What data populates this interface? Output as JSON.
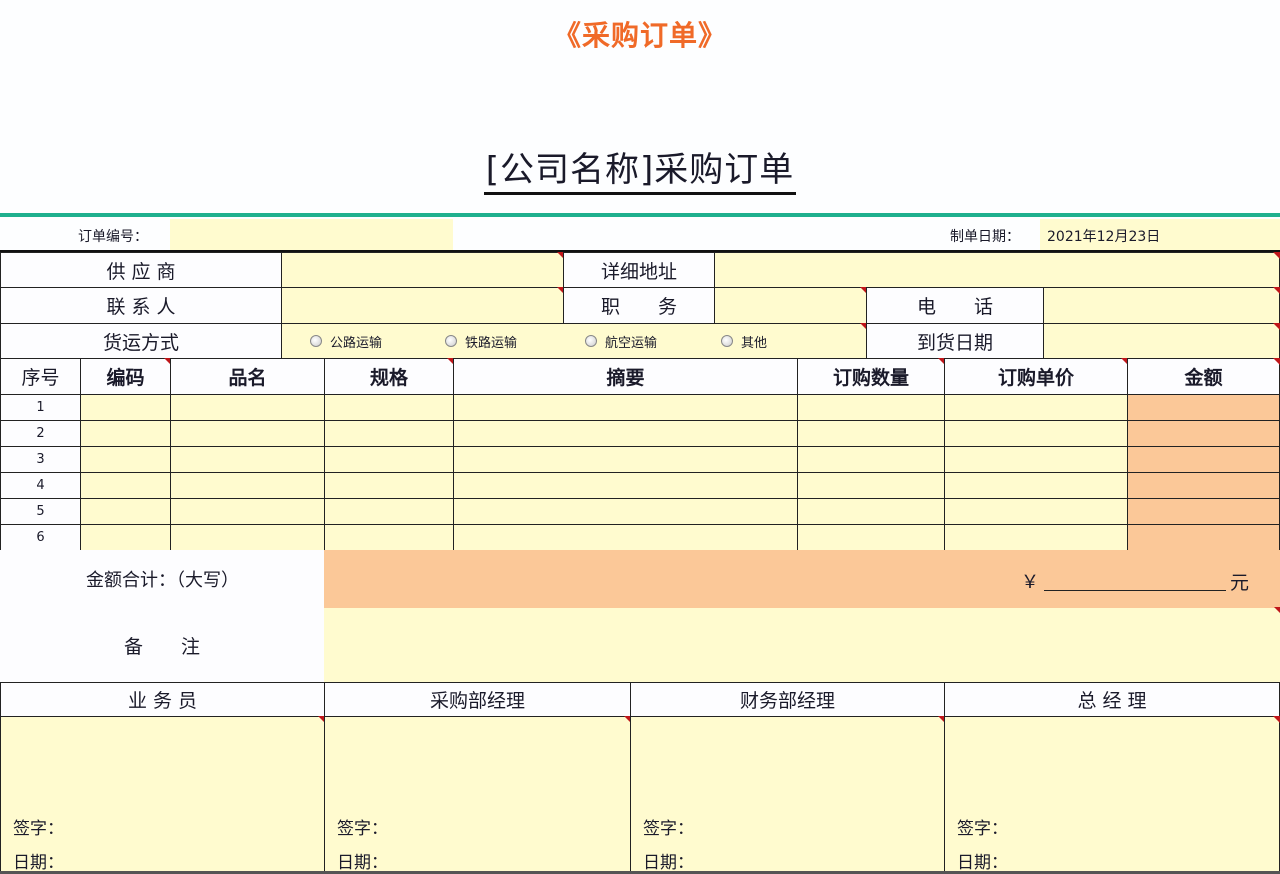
{
  "banner_title": "《采购订单》",
  "form_title": "[公司名称]采购订单",
  "header": {
    "order_no_label": "订单编号：",
    "order_no_value": "",
    "date_label": "制单日期：",
    "date_value": "2021年12月23日"
  },
  "info": {
    "supplier_label": "供 应 商",
    "supplier_value": "",
    "address_label": "详细地址",
    "address_value": "",
    "contact_label": "联 系 人",
    "contact_value": "",
    "position_label": "职　　务",
    "position_value": "",
    "phone_label": "电　　话",
    "phone_value": "",
    "shipping_label": "货运方式",
    "shipping_options": [
      "公路运输",
      "铁路运输",
      "航空运输",
      "其他"
    ],
    "arrival_label": "到货日期",
    "arrival_value": ""
  },
  "table": {
    "headers": [
      "序号",
      "编码",
      "品名",
      "规格",
      "摘要",
      "订购数量",
      "订购单价",
      "金额"
    ],
    "rows": [
      {
        "no": "1"
      },
      {
        "no": "2"
      },
      {
        "no": "3"
      },
      {
        "no": "4"
      },
      {
        "no": "5"
      },
      {
        "no": "6"
      }
    ]
  },
  "total": {
    "label": "金额合计：（大写）",
    "currency_symbol": "￥",
    "unit": "元",
    "value": ""
  },
  "remarks": {
    "label": "备　　注",
    "value": ""
  },
  "signatures": {
    "roles": [
      "业 务 员",
      "采购部经理",
      "财务部经理",
      "总 经 理"
    ],
    "sign_label": "签字：",
    "date_label": "日期："
  },
  "colors": {
    "banner": "#f06a28",
    "teal_rule": "#1fb08e",
    "input_fill": "#fffbcf",
    "amount_fill": "#fbc898",
    "comment_marker": "#c0161a"
  }
}
